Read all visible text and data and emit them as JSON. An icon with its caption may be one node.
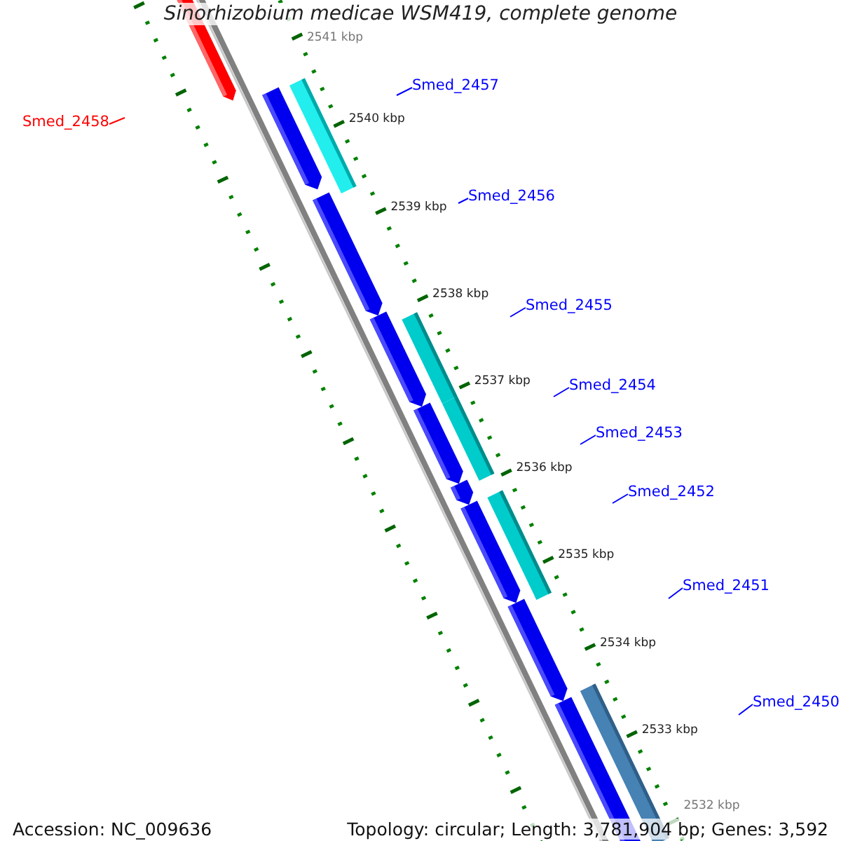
{
  "diagram": {
    "title": "Sinorhizobium medicae WSM419, complete genome",
    "nodes": [
      {
        "text": [
          "Smed_2457"
        ]
      },
      {
        "text": [
          "Smed_2458"
        ]
      },
      {
        "text": [
          "Smed_2456"
        ]
      },
      {
        "text": [
          "Smed_2455"
        ]
      },
      {
        "text": [
          "Smed_2454"
        ]
      },
      {
        "text": [
          "Smed_2453"
        ]
      },
      {
        "text": [
          "Smed_2452"
        ]
      },
      {
        "text": [
          "Smed_2451"
        ]
      },
      {
        "text": [
          "Smed_2450"
        ]
      }
    ],
    "edges": [
      {
        "from": 0,
        "to": null,
        "arrow": "none"
      },
      {
        "from": 1,
        "to": null,
        "arrow": "none",
        "color": "#ff0000"
      },
      {
        "from": 2,
        "to": null,
        "arrow": "none"
      },
      {
        "from": 3,
        "to": null,
        "arrow": "none"
      },
      {
        "from": 4,
        "to": null,
        "arrow": "none"
      },
      {
        "from": 5,
        "to": null,
        "arrow": "none"
      },
      {
        "from": 6,
        "to": null,
        "arrow": "none"
      },
      {
        "from": 7,
        "to": null,
        "arrow": "none"
      },
      {
        "from": 8,
        "to": null,
        "arrow": "none"
      }
    ],
    "labels": [
      "2541 kbp",
      "2540 kbp",
      "2539 kbp",
      "2538 kbp",
      "2537 kbp",
      "2536 kbp",
      "2535 kbp",
      "2534 kbp",
      "2533 kbp",
      "2532 kbp",
      "Accession: NC_009636",
      "Topology: circular; Length: 3,781,904 bp; Genes: 3,592"
    ]
  }
}
